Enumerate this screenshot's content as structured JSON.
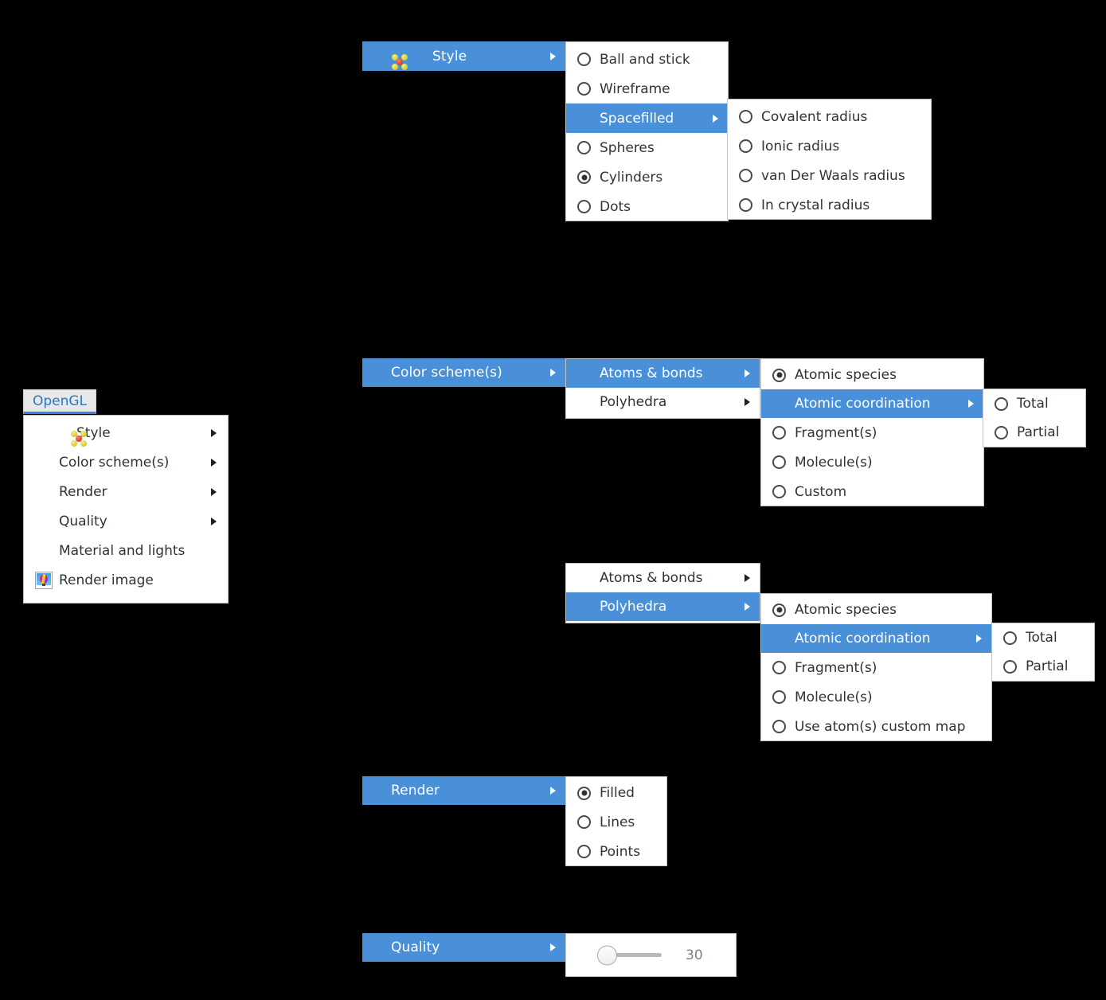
{
  "app": {
    "tab_label": "OpenGL",
    "accent_color": "#4a90d9",
    "tab_text_color": "#2a76c6",
    "menu_bg": "#ffffff",
    "canvas_bg": "#000000"
  },
  "root_menu": {
    "items": [
      {
        "label": "Style",
        "icon": "molecule-icon",
        "has_submenu": true
      },
      {
        "label": "Color scheme(s)",
        "icon": null,
        "has_submenu": true
      },
      {
        "label": "Render",
        "icon": null,
        "has_submenu": true
      },
      {
        "label": "Quality",
        "icon": null,
        "has_submenu": true
      },
      {
        "label": "Material and lights",
        "icon": null,
        "has_submenu": false
      },
      {
        "label": "Render image",
        "icon": "picture-icon",
        "has_submenu": false
      }
    ]
  },
  "style_group": {
    "parent_label": "Style",
    "items": [
      {
        "label": "Ball and stick",
        "type": "radio",
        "checked": false
      },
      {
        "label": "Wireframe",
        "type": "radio",
        "checked": false
      },
      {
        "label": "Spacefilled",
        "type": "submenu",
        "selected": true
      },
      {
        "label": "Spheres",
        "type": "radio",
        "checked": false
      },
      {
        "label": "Cylinders",
        "type": "radio",
        "checked": true
      },
      {
        "label": "Dots",
        "type": "radio",
        "checked": false
      }
    ],
    "spacefilled_items": [
      {
        "label": "Covalent radius",
        "checked": false
      },
      {
        "label": "Ionic radius",
        "checked": false
      },
      {
        "label": "van Der Waals radius",
        "checked": false
      },
      {
        "label": "In crystal radius",
        "checked": false
      }
    ]
  },
  "color_scheme_group": {
    "parent_label": "Color scheme(s)",
    "items": [
      {
        "label": "Atoms & bonds",
        "selected": true
      },
      {
        "label": "Polyhedra",
        "selected": false
      }
    ],
    "atoms_bonds_items": [
      {
        "label": "Atomic species",
        "type": "radio",
        "checked": true
      },
      {
        "label": "Atomic coordination",
        "type": "submenu",
        "selected": true
      },
      {
        "label": "Fragment(s)",
        "type": "radio",
        "checked": false
      },
      {
        "label": "Molecule(s)",
        "type": "radio",
        "checked": false
      },
      {
        "label": "Custom",
        "type": "radio",
        "checked": false
      }
    ],
    "coordination_items": [
      {
        "label": "Total",
        "checked": false
      },
      {
        "label": "Partial",
        "checked": false
      }
    ]
  },
  "polyhedra_group": {
    "items": [
      {
        "label": "Atoms & bonds",
        "selected": false
      },
      {
        "label": "Polyhedra",
        "selected": true
      }
    ],
    "polyhedra_items": [
      {
        "label": "Atomic species",
        "type": "radio",
        "checked": true
      },
      {
        "label": "Atomic coordination",
        "type": "submenu",
        "selected": true
      },
      {
        "label": "Fragment(s)",
        "type": "radio",
        "checked": false
      },
      {
        "label": "Molecule(s)",
        "type": "radio",
        "checked": false
      },
      {
        "label": "Use atom(s) custom map",
        "type": "radio",
        "checked": false
      }
    ],
    "coordination_items": [
      {
        "label": "Total",
        "checked": false
      },
      {
        "label": "Partial",
        "checked": false
      }
    ]
  },
  "render_group": {
    "parent_label": "Render",
    "items": [
      {
        "label": "Filled",
        "checked": true
      },
      {
        "label": "Lines",
        "checked": false
      },
      {
        "label": "Points",
        "checked": false
      }
    ]
  },
  "quality_group": {
    "parent_label": "Quality",
    "value": "30",
    "slider_min": 0,
    "slider_max": 100,
    "slider_position_percent": 0
  }
}
